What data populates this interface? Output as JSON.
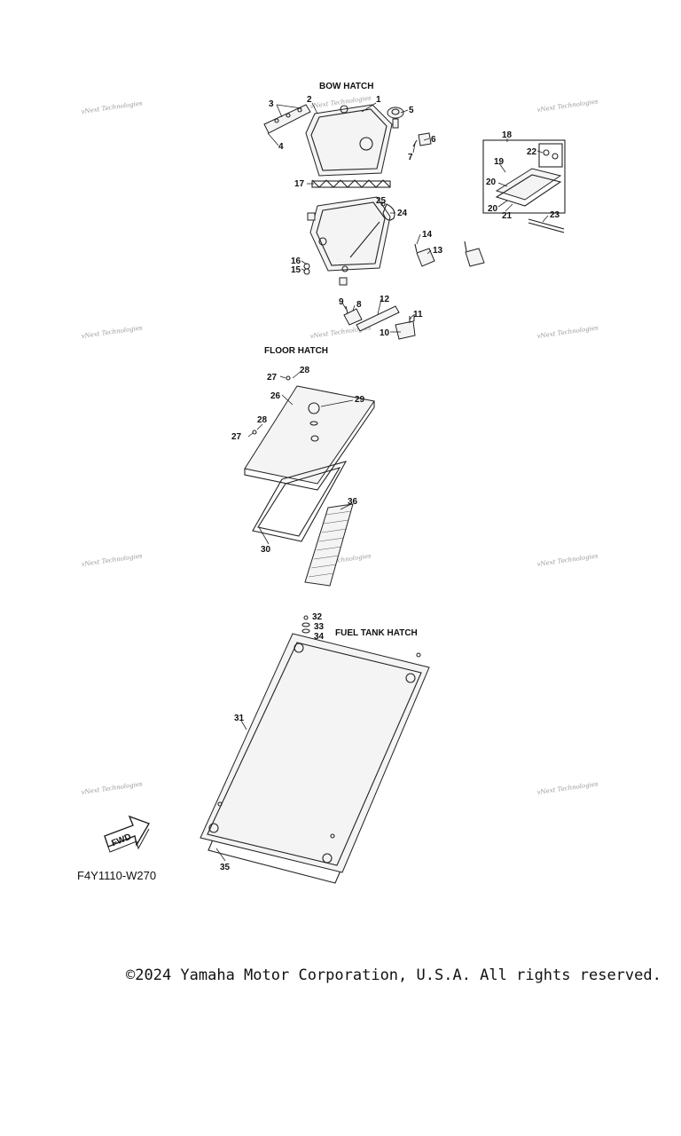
{
  "sections": {
    "bow_hatch": "BOW HATCH",
    "floor_hatch": "FLOOR HATCH",
    "fuel_tank_hatch": "FUEL TANK HATCH"
  },
  "part_numbers": [
    "1",
    "2",
    "3",
    "4",
    "5",
    "6",
    "7",
    "8",
    "9",
    "10",
    "11",
    "12",
    "13",
    "14",
    "15",
    "16",
    "17",
    "18",
    "19",
    "20",
    "21",
    "22",
    "23",
    "24",
    "25",
    "26",
    "27",
    "28",
    "29",
    "30",
    "31",
    "32",
    "33",
    "34",
    "35",
    "36"
  ],
  "watermark": "vNext Technologies",
  "fwd_label": "FWD",
  "diagram_code": "F4Y1110-W270",
  "copyright": "©2024 Yamaha Motor Corporation, U.S.A. All rights reserved."
}
